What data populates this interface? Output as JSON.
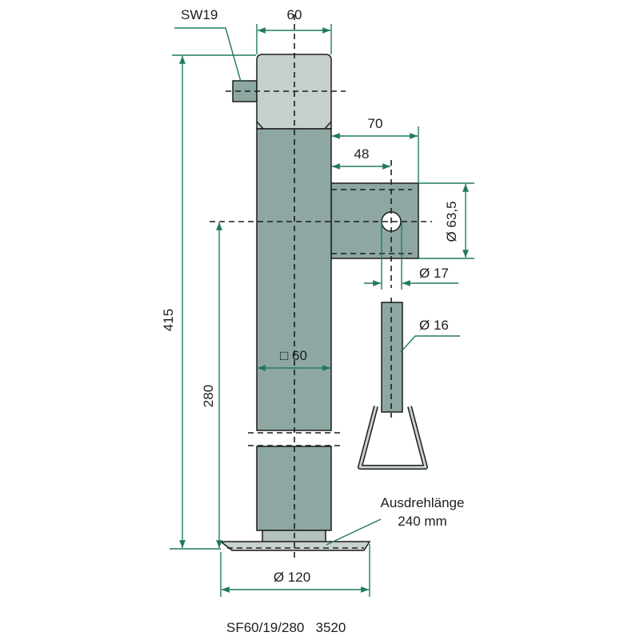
{
  "drawing": {
    "labels": {
      "wrench_size": "SW19",
      "top_width": "60",
      "overall_height": "415",
      "lower_height": "280",
      "bracket_length": "70",
      "hole_offset": "48",
      "tube_diameter": "Ø 63,5",
      "hole_diameter": "Ø 17",
      "pin_diameter": "Ø 16",
      "square_tube": "□ 60",
      "foot_diameter": "Ø 120",
      "extension_label": "Ausdrehlänge",
      "extension_value": "240 mm",
      "part_code": "SF60/19/280   3520"
    },
    "colors": {
      "dimension": "#1f7a5e",
      "body": "#8ea7a3",
      "cap": "#c5d0cd",
      "foot": "#c8d2cf"
    }
  }
}
